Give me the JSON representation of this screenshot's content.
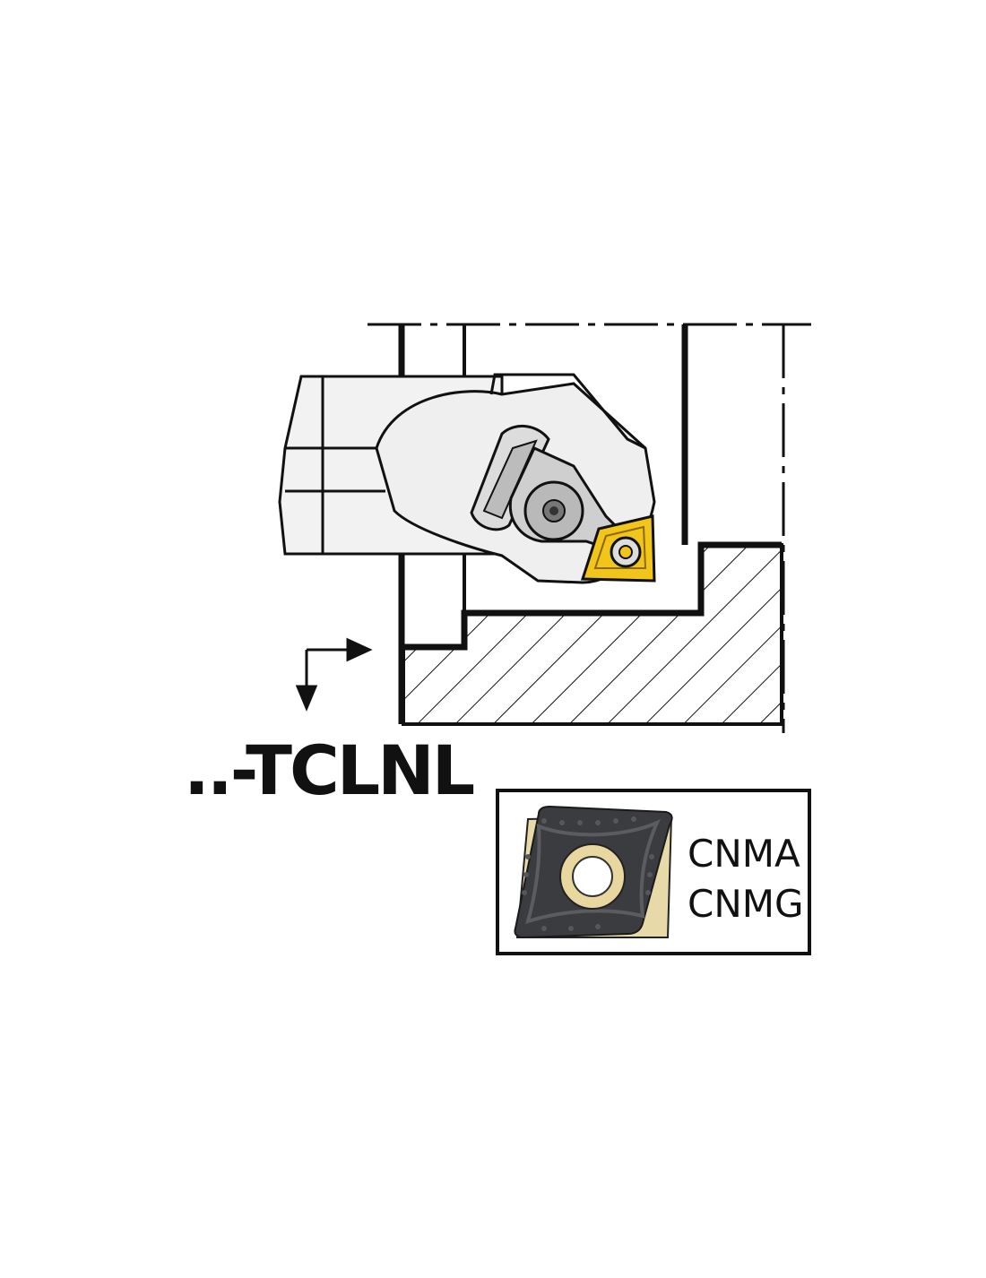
{
  "tool_code": "..-TCLNL",
  "insert_grades": [
    "CNMA",
    "CNMG"
  ],
  "icons": {
    "boring_bar": "boring-bar-holder-icon",
    "insert": "cnm-insert-icon",
    "feed": "feed-direction-arrows-icon"
  },
  "colors": {
    "insert_yellow": "#f2c51a",
    "insert_dark": "#3a3c40",
    "holder_gray": "#f2f2f2",
    "outline": "#111111"
  }
}
